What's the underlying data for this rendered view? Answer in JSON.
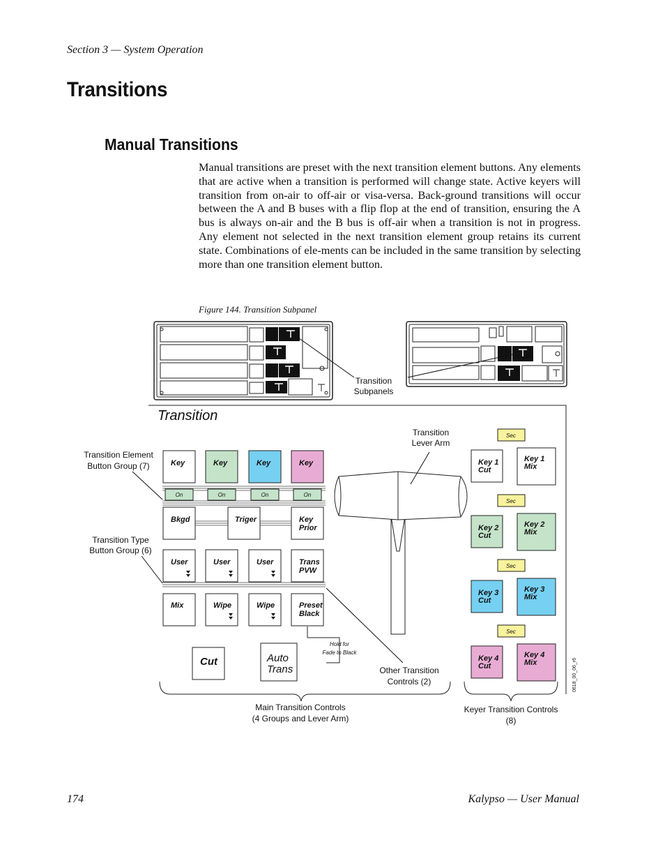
{
  "header": {
    "section": "Section 3 — System Operation"
  },
  "title": "Transitions",
  "subtitle": "Manual Transitions",
  "body": "Manual transitions are preset with the next transition element buttons. Any elements that are active when a transition is performed will change state. Active keyers will transition from on-air to off-air or visa-versa. Back-ground transitions will occur between the A and B buses with a flip flop at the end of transition, ensuring the A bus is always on-air and the B bus is off-air when a transition is not in progress. Any element not selected in the next transition element group retains its current state. Combinations of ele-ments can be included in the same transition by selecting more than one transition element button.",
  "figure": {
    "caption": "Figure 144.  Transition Subpanel",
    "panel_title": "Transition",
    "callouts": {
      "subpanels_l1": "Transition",
      "subpanels_l2": "Subpanels",
      "lever_l1": "Transition",
      "lever_l2": "Lever Arm",
      "element_l1": "Transition Element",
      "element_l2": "Button Group (7)",
      "type_l1": "Transition Type",
      "type_l2": "Button Group (6)",
      "hold_l1": "Hold for",
      "hold_l2": "Fade to Black",
      "other_l1": "Other Transition",
      "other_l2": "Controls (2)",
      "main_l1": "Main Transition Controls",
      "main_l2": "(4 Groups and Lever Arm)",
      "keyer_l1": "Keyer Transition Controls",
      "keyer_l2": "(8)",
      "code": "0618_00_06_r6"
    },
    "element_buttons": [
      "Key",
      "Key",
      "Key",
      "Key"
    ],
    "on_label": "On",
    "row2": {
      "b1": "Bkgd",
      "b2": "Triger",
      "b3_l1": "Key",
      "b3_l2": "Prior"
    },
    "row3": {
      "b1": "User",
      "b2": "User",
      "b3": "User",
      "b4_l1": "Trans",
      "b4_l2": "PVW"
    },
    "row4": {
      "b1": "Mix",
      "b2": "Wipe",
      "b3": "Wipe",
      "b4_l1": "Preset",
      "b4_l2": "Black"
    },
    "cut": "Cut",
    "auto_l1": "Auto",
    "auto_l2": "Trans",
    "sec_label": "Sec",
    "keyers": [
      {
        "cut_l1": "Key 1",
        "cut_l2": "Cut",
        "mix_l1": "Key 1",
        "mix_l2": "Mix"
      },
      {
        "cut_l1": "Key 2",
        "cut_l2": "Cut",
        "mix_l1": "Key 2",
        "mix_l2": "Mix"
      },
      {
        "cut_l1": "Key 3",
        "cut_l2": "Cut",
        "mix_l1": "Key 3",
        "mix_l2": "Mix"
      },
      {
        "cut_l1": "Key 4",
        "cut_l2": "Cut",
        "mix_l1": "Key 4",
        "mix_l2": "Mix"
      }
    ],
    "colors": {
      "green": "#c4e3c9",
      "blue": "#76d0f2",
      "pink": "#e8acd4",
      "yellow": "#f8f39c",
      "on_green": "#c4e3c9"
    }
  },
  "footer": {
    "page": "174",
    "manual": "Kalypso — User Manual"
  }
}
